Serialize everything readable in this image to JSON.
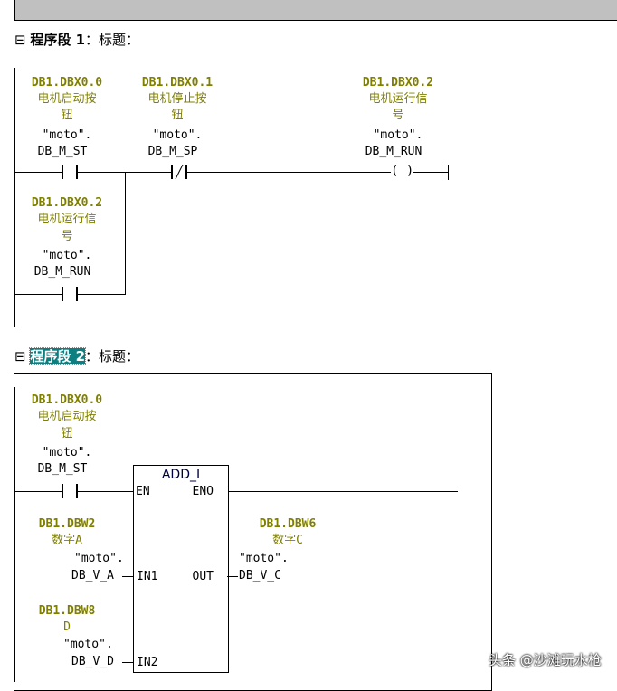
{
  "network1": {
    "collapse_icon": "⊟",
    "title_prefix": "程序段 1",
    "title_sep": "：",
    "title": "标题：",
    "contact_start": {
      "address": "DB1.DBX0.0",
      "comment1": "电机启动按",
      "comment2": "钮",
      "db": "\"moto\".",
      "symbol": "DB_M_ST"
    },
    "contact_stop": {
      "address": "DB1.DBX0.1",
      "comment1": "电机停止按",
      "comment2": "钮",
      "db": "\"moto\".",
      "symbol": "DB_M_SP"
    },
    "coil_run": {
      "address": "DB1.DBX0.2",
      "comment1": "电机运行信",
      "comment2": "号",
      "db": "\"moto\".",
      "symbol": "DB_M_RUN",
      "glyph": "( )"
    },
    "contact_hold": {
      "address": "DB1.DBX0.2",
      "comment1": "电机运行信",
      "comment2": "号",
      "db": "\"moto\".",
      "symbol": "DB_M_RUN"
    }
  },
  "network2": {
    "collapse_icon": "⊟",
    "title_prefix": "程序段 2",
    "title": "：标题：",
    "contact_start": {
      "address": "DB1.DBX0.0",
      "comment1": "电机启动按",
      "comment2": "钮",
      "db": "\"moto\".",
      "symbol": "DB_M_ST"
    },
    "block": {
      "name": "ADD_I",
      "en": "EN",
      "eno": "ENO",
      "in1": "IN1",
      "in2": "IN2",
      "out": "OUT"
    },
    "in1": {
      "address": "DB1.DBW2",
      "comment": "数字A",
      "db": "\"moto\".",
      "symbol": "DB_V_A"
    },
    "in2": {
      "address": "DB1.DBW8",
      "comment": "D",
      "db": "\"moto\".",
      "symbol": "DB_V_D"
    },
    "out": {
      "address": "DB1.DBW6",
      "comment": "数字C",
      "db": "\"moto\".",
      "symbol": "DB_V_C"
    }
  },
  "watermark": "头条 @沙滩玩水枪"
}
